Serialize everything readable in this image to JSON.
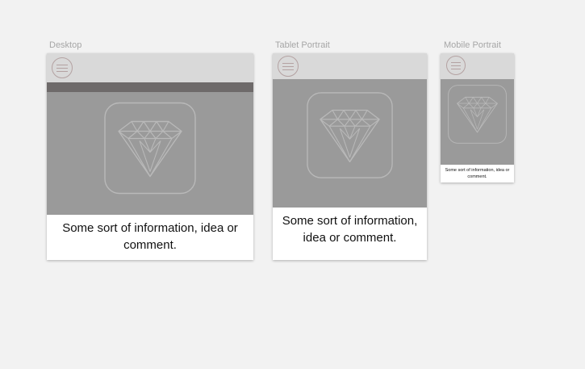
{
  "frames": {
    "desktop": {
      "label": "Desktop",
      "caption": "Some sort of information, idea or comment."
    },
    "tablet": {
      "label": "Tablet Portrait",
      "caption": "Some sort of information, idea or comment."
    },
    "mobile": {
      "label": "Mobile Portrait",
      "caption": "Some sort of information, idea or comment."
    }
  },
  "colors": {
    "canvas": "#f2f2f2",
    "topbar": "#d9d9d9",
    "hero": "#9a9a9a",
    "stripe": "#6e6a6a",
    "menu_icon": "#b4a2a2"
  },
  "icons": {
    "menu": "hamburger-menu-icon",
    "hero": "diamond-icon"
  }
}
